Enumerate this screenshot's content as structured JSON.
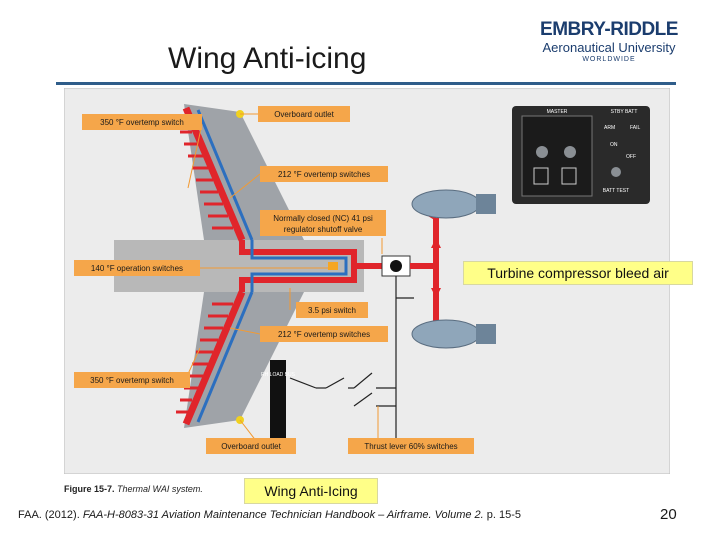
{
  "slide": {
    "title": "Wing Anti-icing",
    "page_number": "20"
  },
  "logo": {
    "line1": "EMBRY-RIDDLE",
    "line2": "Aeronautical University",
    "line3": "WORLDWIDE"
  },
  "diagram": {
    "labels": {
      "overtemp_350_top": "350 °F overtemp switch",
      "overboard_top": "Overboard outlet",
      "overtemp_212_top": "212 °F overtemp switches",
      "nc_valve_line1": "Normally closed (NC) 41 psi",
      "nc_valve_line2": "regulator shutoff valve",
      "operation_140": "140 °F operation switches",
      "psi_switch": "3.5 psi switch",
      "overtemp_212_bottom": "212 °F overtemp switches",
      "overtemp_350_bottom": "350 °F overtemp switch",
      "overboard_bottom": "Overboard outlet",
      "thrust_lever": "Thrust lever 60% switches",
      "bus_label": "RH LOAD BUS"
    },
    "panel": {
      "master": "MASTER",
      "stby_batt": "STBY BATT",
      "arm": "ARM",
      "fail": "FAIL",
      "on": "ON",
      "off": "OFF",
      "batt_test": "BATT TEST"
    },
    "caption_num": "Figure 15-7.",
    "caption_text": "Thermal WAI system."
  },
  "callouts": {
    "bleed_air": "Turbine compressor bleed air",
    "wing_anti_icing": "Wing Anti-Icing"
  },
  "citation": {
    "prefix": "FAA. (2012). ",
    "title": "FAA-H-8083-31 Aviation Maintenance Technician Handbook – Airframe. Volume 2.",
    "suffix": " p. 15-5"
  }
}
